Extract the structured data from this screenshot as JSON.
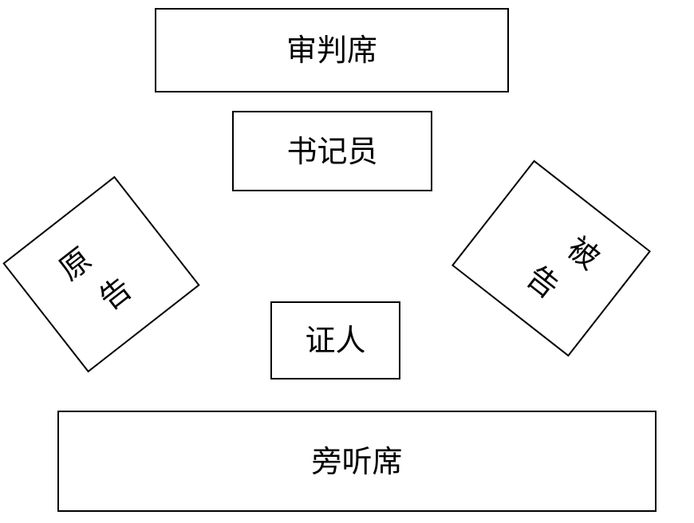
{
  "courtroom": {
    "judge_bench": "审判席",
    "clerk": "书记员",
    "plaintiff": [
      "原",
      "告"
    ],
    "defendant": [
      "被",
      "告"
    ],
    "witness": "证人",
    "gallery": "旁听席"
  },
  "colors": {
    "stroke": "#000000",
    "background": "#ffffff"
  }
}
